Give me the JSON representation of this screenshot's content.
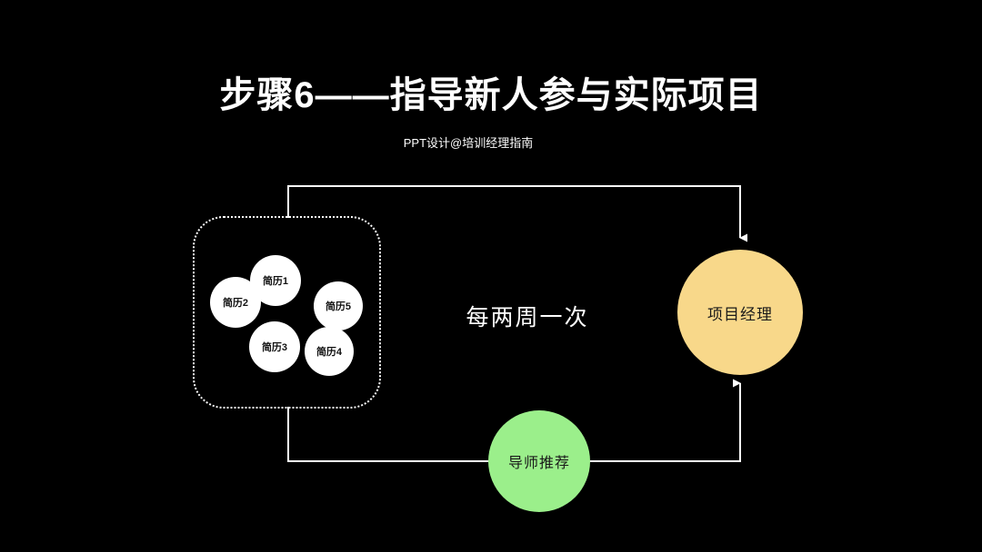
{
  "slide": {
    "background_color": "#000000",
    "title": "步骤6——指导新人参与实际项目",
    "subtitle": "PPT设计@培训经理指南"
  },
  "diagram": {
    "candidate_pool": {
      "name": "candidate-pool",
      "border_style": "dotted",
      "border_color": "#ffffff",
      "resumes": [
        {
          "label": "简历1"
        },
        {
          "label": "简历2"
        },
        {
          "label": "简历3"
        },
        {
          "label": "简历4"
        },
        {
          "label": "简历5"
        }
      ]
    },
    "cadence_label": "每两周一次",
    "project_manager": {
      "label": "项目经理",
      "fill_color": "#f8d88a",
      "text_color": "#1a1a1a"
    },
    "mentor_recommendation": {
      "label": "导师推荐",
      "fill_color": "#9bef8b",
      "text_color": "#1a1a1a"
    },
    "connectors": {
      "line_color": "#ffffff",
      "top_flow_description": "候选池 → 项目经理",
      "bottom_flow_description": "导师推荐 → 项目经理"
    }
  }
}
